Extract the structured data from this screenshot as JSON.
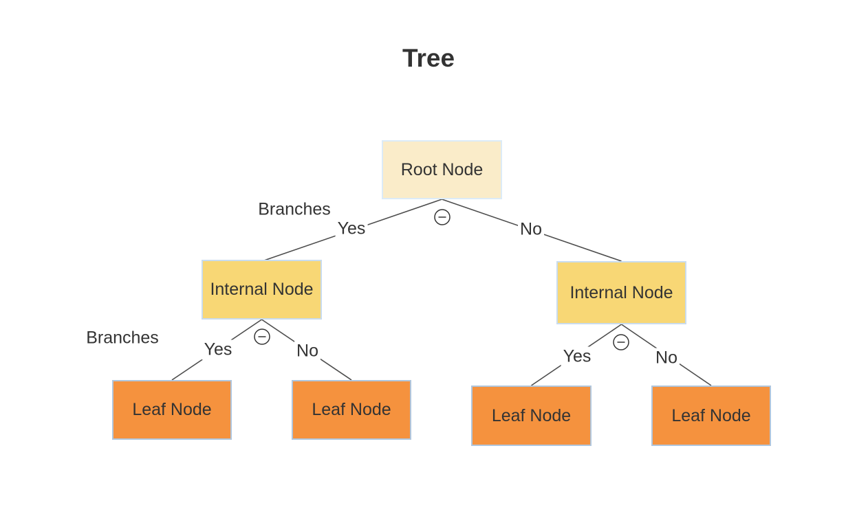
{
  "title": "Tree",
  "colors": {
    "background": "#ffffff",
    "text": "#333333",
    "edge_line": "#4d4d4d",
    "root_fill": "#faecc9",
    "root_border": "#dcebf7",
    "internal_fill": "#f8d775",
    "internal_border": "#c9dcee",
    "leaf_fill": "#f5923e",
    "leaf_border": "#b0c6dd"
  },
  "nodes": {
    "root": {
      "label": "Root Node"
    },
    "internal_left": {
      "label": "Internal Node"
    },
    "internal_right": {
      "label": "Internal Node"
    },
    "leaf_1": {
      "label": "Leaf Node"
    },
    "leaf_2": {
      "label": "Leaf Node"
    },
    "leaf_3": {
      "label": "Leaf Node"
    },
    "leaf_4": {
      "label": "Leaf Node"
    }
  },
  "edge_labels": {
    "branches_top": "Branches",
    "yes_top": "Yes",
    "no_top": "No",
    "branches_left": "Branches",
    "yes_left": "Yes",
    "no_left": "No",
    "yes_right": "Yes",
    "no_right": "No"
  },
  "icons": {
    "collapse": "circled-minus"
  }
}
